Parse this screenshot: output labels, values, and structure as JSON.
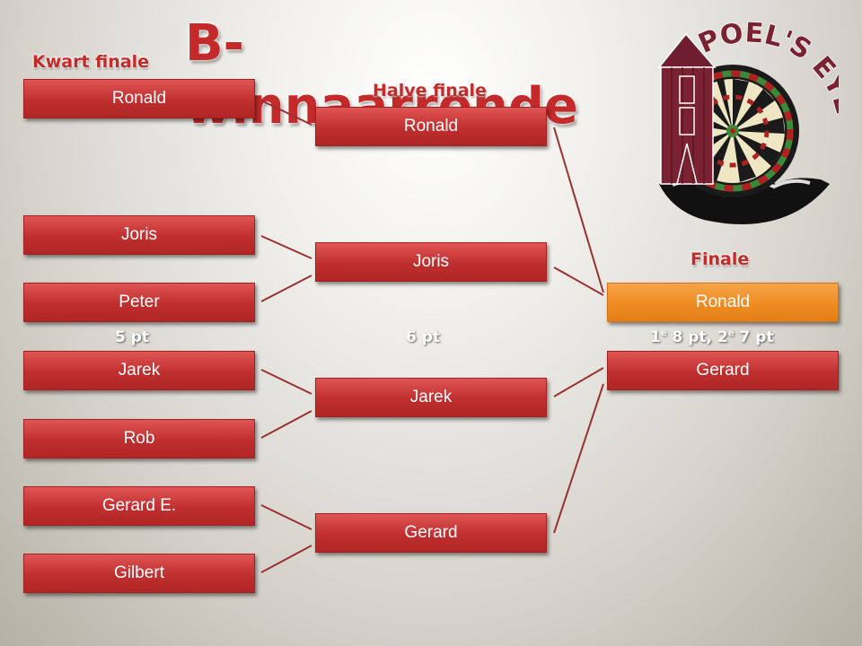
{
  "title": "B-winnaarronde",
  "rounds": {
    "quarter_label": "Kwart finale",
    "semi_label": "Halve finale",
    "final_label": "Finale"
  },
  "quarterfinal": [
    "Ronald",
    "Joris",
    "Peter",
    "Jarek",
    "Rob",
    "Gerard E.",
    "Gilbert"
  ],
  "semifinal": [
    "Ronald",
    "Joris",
    "Jarek",
    "Gerard"
  ],
  "final": [
    "Ronald",
    "Gerard"
  ],
  "points": {
    "quarter": "5 pt",
    "semi": "6 pt",
    "final_first_prefix": "1",
    "final_first_sup": "e",
    "final_first_suffix": " 8 pt, 2",
    "final_second_sup": "e",
    "final_second_suffix": " 7 pt"
  },
  "logo": {
    "text": "POEL'S EYE",
    "icon": "dartboard-windmill-logo"
  },
  "colors": {
    "box": "#c83434",
    "winner": "#f0902a",
    "title": "#c42a2a",
    "connector": "#9c3030"
  }
}
